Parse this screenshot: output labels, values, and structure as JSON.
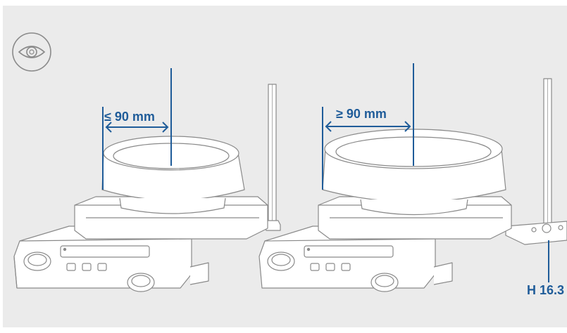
{
  "colors": {
    "background": "#ebebeb",
    "accent": "#1f5c99",
    "line_art": "#8a8a8a",
    "device_fill": "#ffffff"
  },
  "icons": {
    "view": "eye-icon"
  },
  "left_setup": {
    "dimension_label": "≤ 90 mm"
  },
  "right_setup": {
    "dimension_label": "≥ 90 mm",
    "height_label": "H 16.3"
  }
}
